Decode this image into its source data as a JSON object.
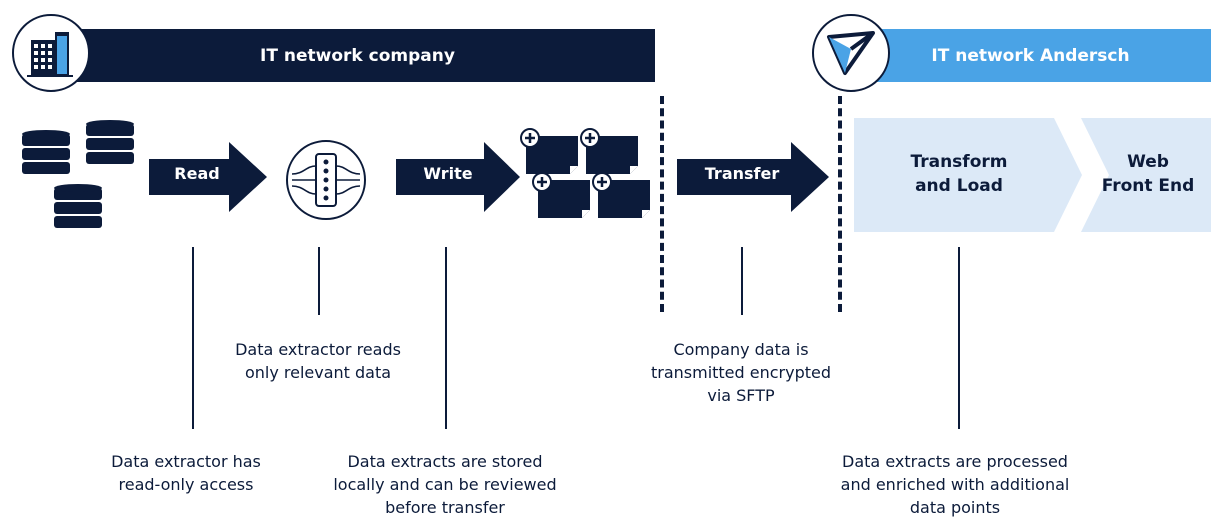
{
  "header": {
    "left_title": "IT network company",
    "right_title": "IT network Andersch"
  },
  "flow": {
    "read_label": "Read",
    "write_label": "Write",
    "transfer_label": "Transfer",
    "transform_label_line1": "Transform",
    "transform_label_line2": "and Load",
    "web_label_line1": "Web",
    "web_label_line2": "Front End"
  },
  "captions": {
    "read_only_1": "Data extractor has",
    "read_only_2": "read-only access",
    "reads_relevant_1": "Data extractor reads",
    "reads_relevant_2": "only relevant data",
    "stored_1": "Data extracts are stored",
    "stored_2": "locally and can be reviewed",
    "stored_3": "before transfer",
    "encrypted_1": "Company data is",
    "encrypted_2": "transmitted encrypted",
    "encrypted_3": "via SFTP",
    "processed_1": "Data extracts are processed",
    "processed_2": "and enriched with additional",
    "processed_3": "data points"
  },
  "colors": {
    "navy": "#0c1b3a",
    "blue": "#4aa3e6",
    "light_blue": "#dce9f7"
  },
  "icons": [
    "building-icon",
    "andersch-logo-icon",
    "database-icon",
    "data-extractor-icon",
    "document-plus-icon"
  ]
}
